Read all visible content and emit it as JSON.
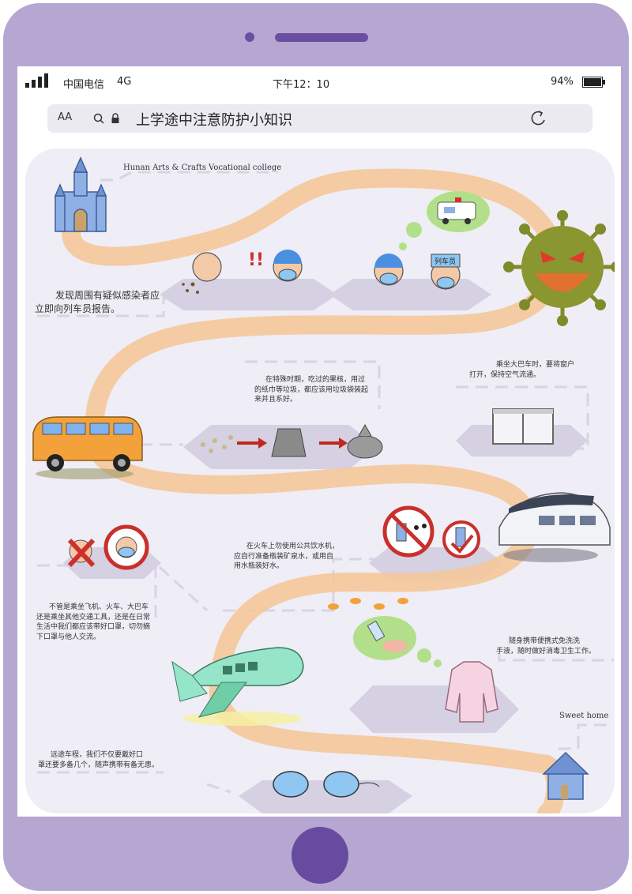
{
  "status_bar": {
    "carrier": "中国电信",
    "network": "4G",
    "time": "下午12：10",
    "battery": "94%"
  },
  "browser": {
    "text_size_label": "AA",
    "title": "上学途中注意防护小知识"
  },
  "map": {
    "college_label": "Hunan  Arts & Crafts Vocational college",
    "home_label": "Sweet home",
    "exclaim": "!!",
    "conductor_cap": "列车员",
    "notes": {
      "report": [
        "发现周围有疑似感染者应",
        "立即向列车员报告。"
      ],
      "garbage": [
        "在特殊时期，吃过的果核，用过",
        "的纸巾等垃圾，都应该用垃圾袋装起",
        "来并且系好。"
      ],
      "bus_window": [
        "乘坐大巴车时，要将窗户",
        "打开，保持空气流通。"
      ],
      "train_water": [
        "在火车上勿使用公共饮水机，",
        "应自行准备瓶装矿泉水，或用自",
        "用水瓶装好水。"
      ],
      "transport_mask": [
        "不管是乘坐飞机、火车、大巴车",
        "还是乘坐其他交通工具，还是在日常",
        "生活中我们都应该带好口罩，切勿摘",
        "下口罩与他人交流。"
      ],
      "sanitizer": [
        "随身携带便携式免洗洗",
        "手液，随时做好消毒卫生工作。"
      ],
      "spare_masks": [
        "远途车程，我们不仅要戴好口",
        "罩还要多备几个，随声携带有备无患。"
      ]
    }
  },
  "colors": {
    "phone": "#b6a6d2",
    "home_button": "#674b9e",
    "road": "#f4c79a",
    "virus": "#7f8b2a",
    "bus": "#f3a13b"
  }
}
